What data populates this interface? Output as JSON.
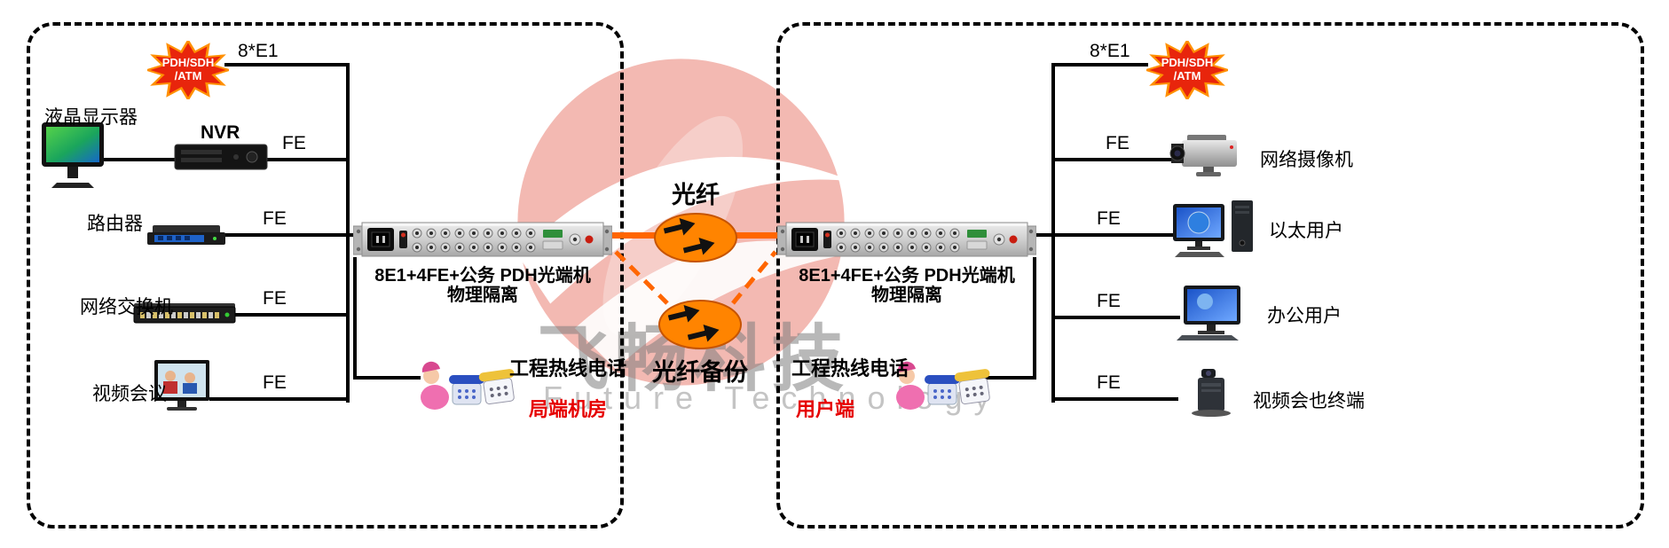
{
  "colors": {
    "fiber_orange": "#ff6600",
    "star_red": "#e8250c",
    "site_label_red": "#e60000"
  },
  "watermark": {
    "cn": "飞畅科技",
    "en": "Future Technology"
  },
  "center": {
    "fiber_label": "光纤",
    "backup_label": "光纤备份"
  },
  "left": {
    "site_label": "局端机房",
    "e1_label": "8*E1",
    "star": {
      "line1": "PDH/SDH",
      "line2": "/ATM"
    },
    "nvr_label": "NVR",
    "rack": {
      "line1": "8E1+4FE+公务 PDH光端机",
      "line2": "物理隔离"
    },
    "phone_label": "工程热线电话",
    "rows": [
      {
        "device": "液晶显示器",
        "fe": "FE"
      },
      {
        "device": "路由器",
        "fe": "FE"
      },
      {
        "device": "网络交换机",
        "fe": "FE"
      },
      {
        "device": "视频会议",
        "fe": "FE"
      }
    ]
  },
  "right": {
    "site_label": "用户端",
    "e1_label": "8*E1",
    "star": {
      "line1": "PDH/SDH",
      "line2": "/ATM"
    },
    "rack": {
      "line1": "8E1+4FE+公务 PDH光端机",
      "line2": "物理隔离"
    },
    "phone_label": "工程热线电话",
    "rows": [
      {
        "device": "网络摄像机",
        "fe": "FE"
      },
      {
        "device": "以太用户",
        "fe": "FE"
      },
      {
        "device": "办公用户",
        "fe": "FE"
      },
      {
        "device": "视频会也终端",
        "fe": "FE"
      }
    ]
  }
}
